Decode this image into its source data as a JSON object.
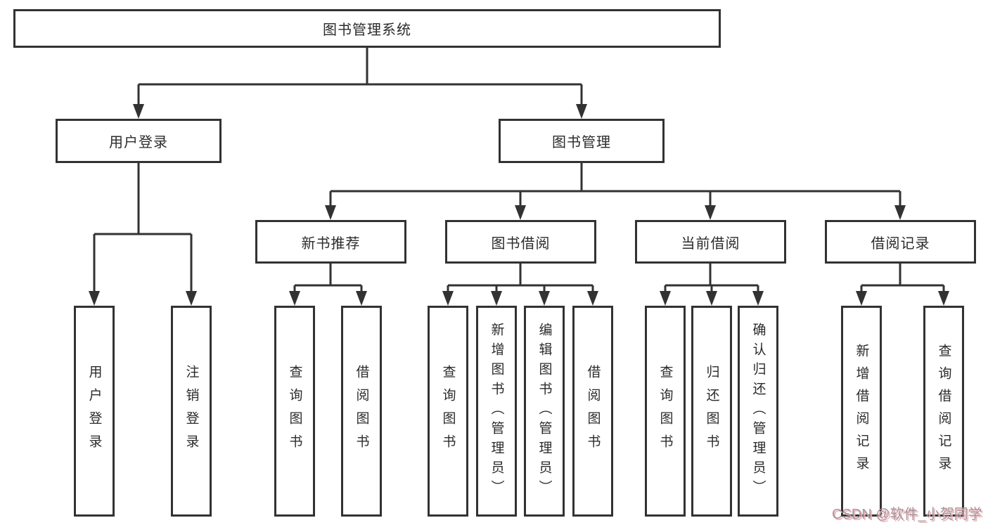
{
  "tree": {
    "root": {
      "label": "图书管理系统"
    },
    "level2": [
      {
        "label": "用户登录",
        "children": [
          {
            "label": "用户登录"
          },
          {
            "label": "注销登录"
          }
        ]
      },
      {
        "label": "图书管理",
        "children": [
          {
            "label": "新书推荐",
            "children": [
              {
                "label": "查询图书"
              },
              {
                "label": "借阅图书"
              }
            ]
          },
          {
            "label": "图书借阅",
            "children": [
              {
                "label": "查询图书"
              },
              {
                "label": "新增图书（管理员）"
              },
              {
                "label": "编辑图书（管理员）"
              },
              {
                "label": "借阅图书"
              }
            ]
          },
          {
            "label": "当前借阅",
            "children": [
              {
                "label": "查询图书"
              },
              {
                "label": "归还图书"
              },
              {
                "label": "确认归还（管理员）"
              }
            ]
          },
          {
            "label": "借阅记录",
            "children": [
              {
                "label": "新增借阅记录"
              },
              {
                "label": "查询借阅记录"
              }
            ]
          }
        ]
      }
    ]
  },
  "watermark": {
    "text": "CSDN @软件_小贺同学"
  },
  "colors": {
    "line": "#323232",
    "box_border": "#323232",
    "text": "#2b2b2b",
    "background": "#ffffff",
    "watermark_text": "#9b9b9b",
    "watermark_shadow": "#f9aab8"
  }
}
